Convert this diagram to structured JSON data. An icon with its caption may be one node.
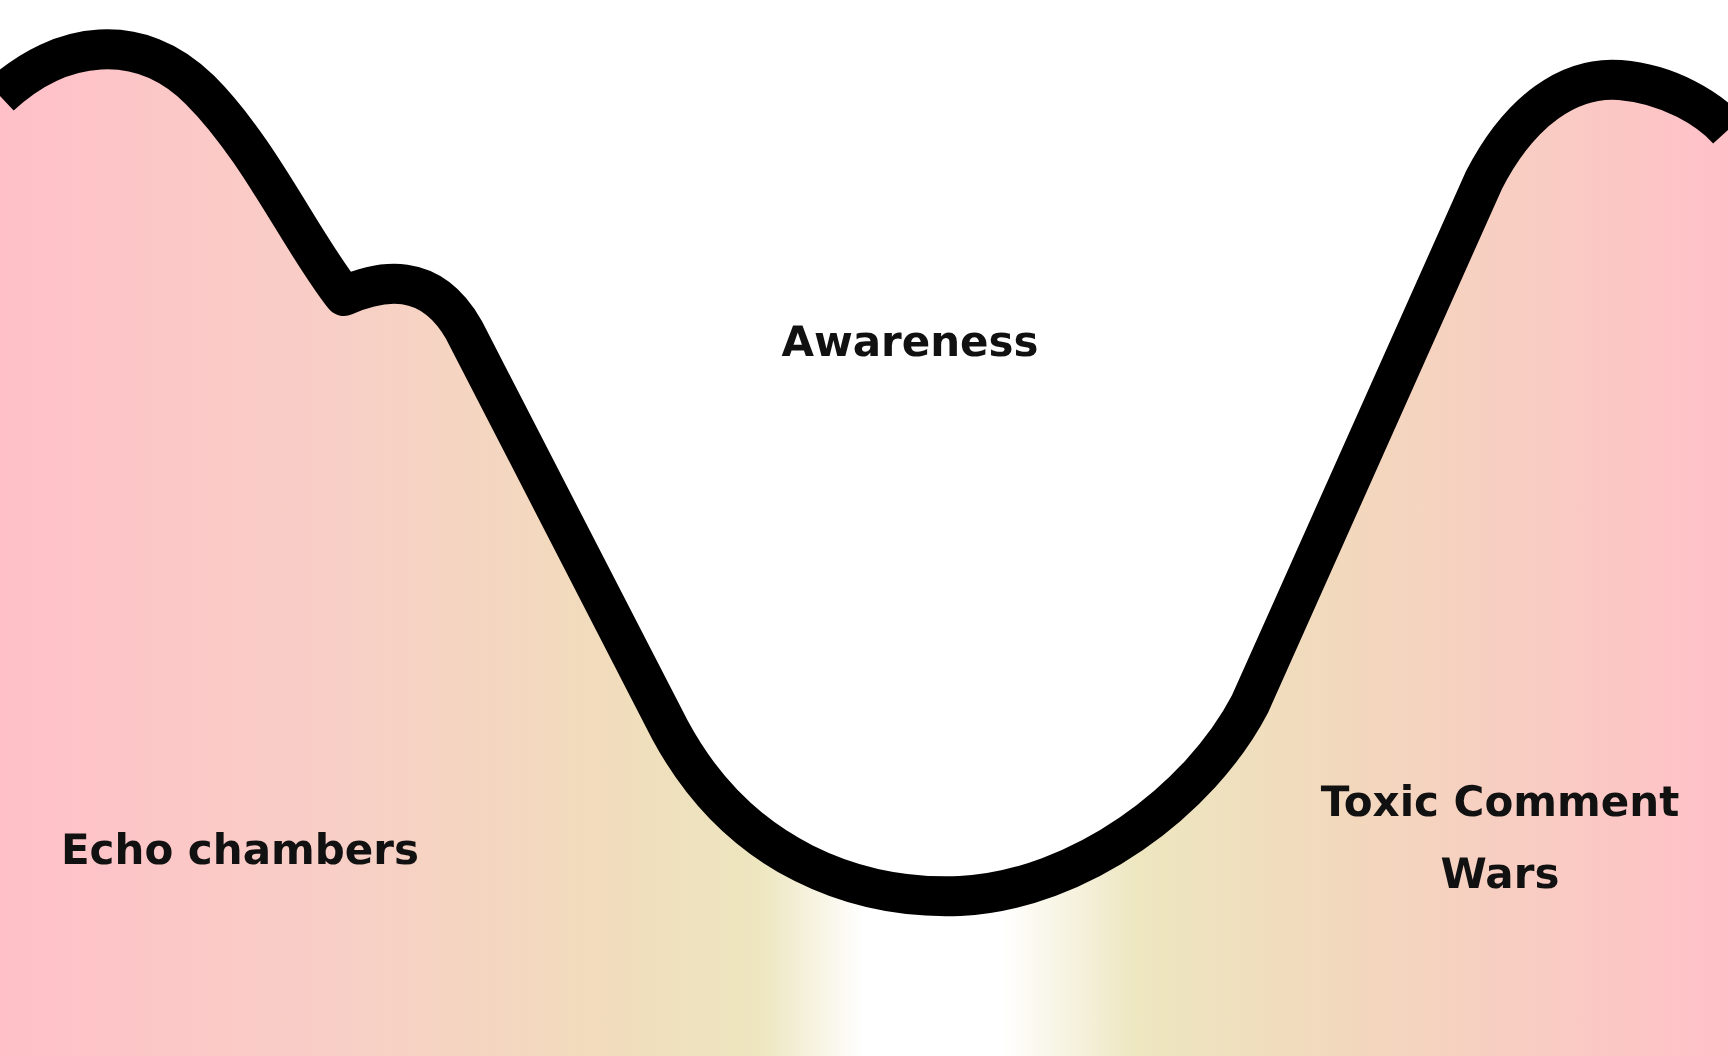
{
  "diagram": {
    "labels": [
      "Awareness",
      "Echo chambers",
      "Toxic Comment Wars"
    ]
  }
}
